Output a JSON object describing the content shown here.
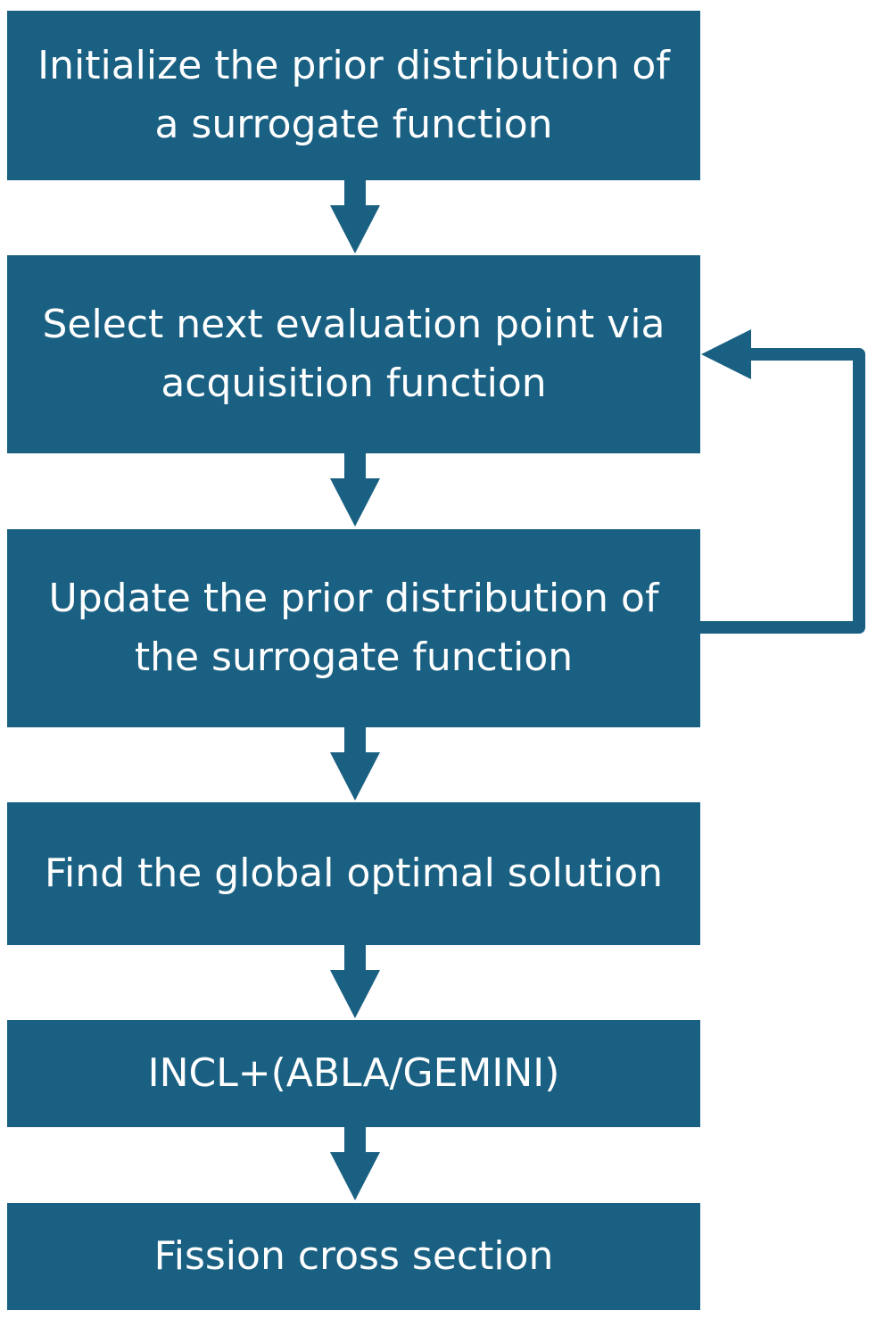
{
  "colors": {
    "box_fill": "#1a6082",
    "box_text": "#ffffff",
    "arrow": "#1a6082",
    "background": "#ffffff"
  },
  "steps": [
    {
      "line1": "Initialize the prior distribution of",
      "line2": "a surrogate function"
    },
    {
      "line1": "Select next evaluation point via",
      "line2": "acquisition function"
    },
    {
      "line1": "Update the prior distribution of",
      "line2": "the surrogate function"
    },
    {
      "line1": "Find the global optimal solution"
    },
    {
      "line1": "INCL+(ABLA/GEMINI)"
    },
    {
      "line1": "Fission cross section"
    }
  ]
}
